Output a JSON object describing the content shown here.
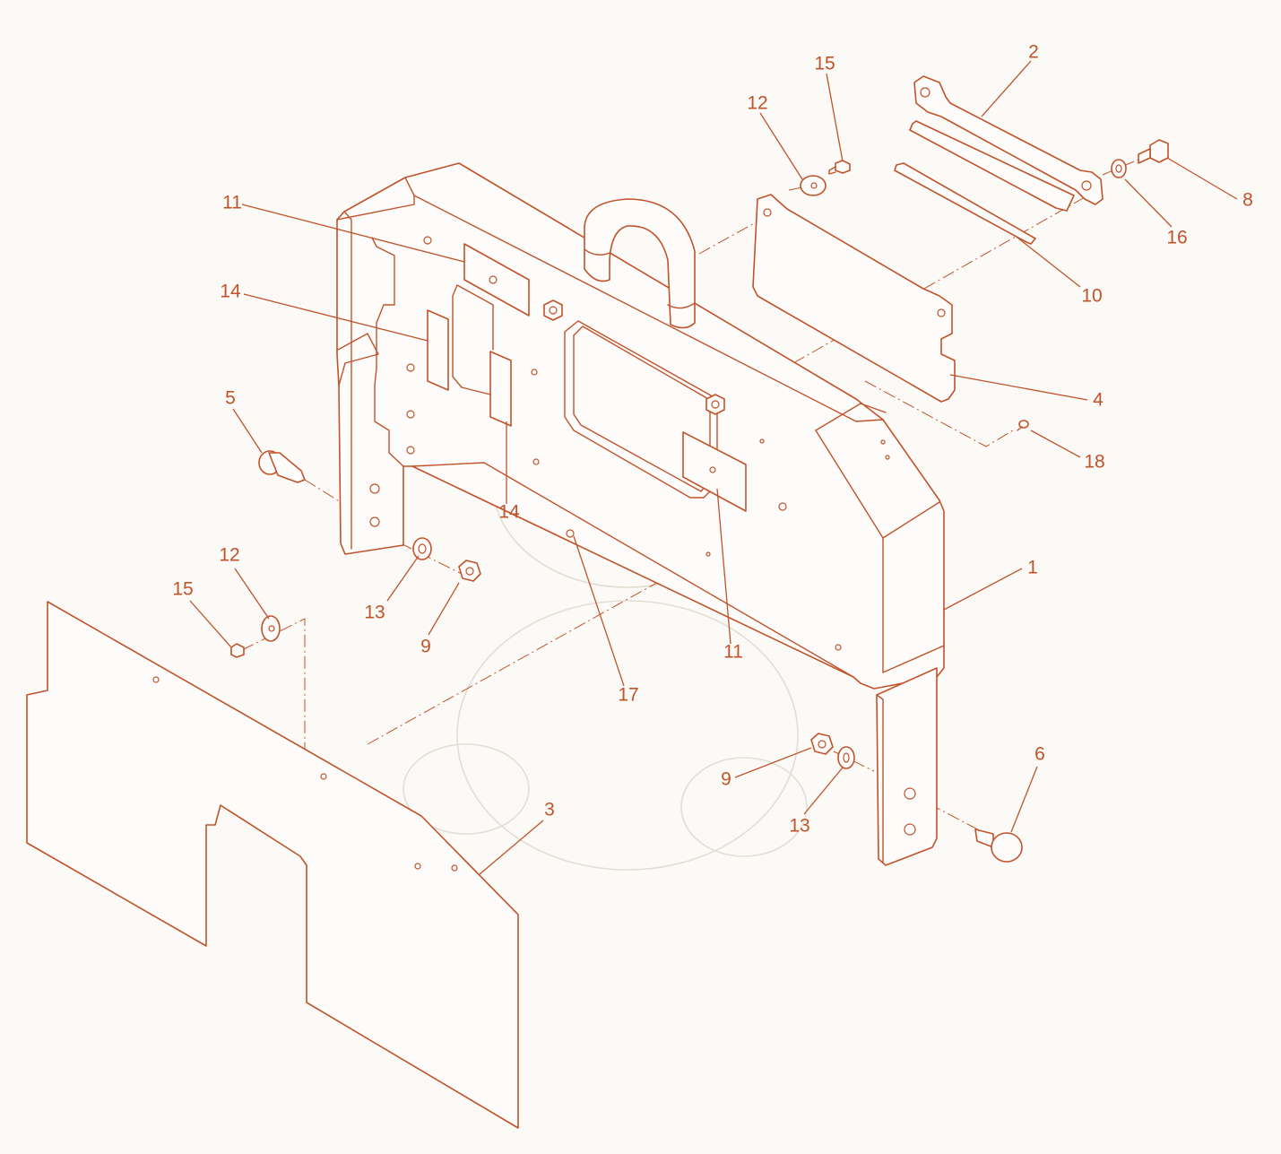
{
  "diagram": {
    "colors": {
      "line": "#c0532a",
      "background": "#fbfaf7",
      "watermark": "#e3ddd4"
    },
    "callouts": [
      {
        "id": "c2",
        "text": "2"
      },
      {
        "id": "c15a",
        "text": "15"
      },
      {
        "id": "c12a",
        "text": "12"
      },
      {
        "id": "c8",
        "text": "8"
      },
      {
        "id": "c16",
        "text": "16"
      },
      {
        "id": "c11a",
        "text": "11"
      },
      {
        "id": "c10",
        "text": "10"
      },
      {
        "id": "c14a",
        "text": "14"
      },
      {
        "id": "c4",
        "text": "4"
      },
      {
        "id": "c5",
        "text": "5"
      },
      {
        "id": "c18",
        "text": "18"
      },
      {
        "id": "c14b",
        "text": "14"
      },
      {
        "id": "c1",
        "text": "1"
      },
      {
        "id": "c12b",
        "text": "12"
      },
      {
        "id": "c15b",
        "text": "15"
      },
      {
        "id": "c13a",
        "text": "13"
      },
      {
        "id": "c9a",
        "text": "9"
      },
      {
        "id": "c11b",
        "text": "11"
      },
      {
        "id": "c17",
        "text": "17"
      },
      {
        "id": "c6",
        "text": "6"
      },
      {
        "id": "c9b",
        "text": "9"
      },
      {
        "id": "c13b",
        "text": "13"
      },
      {
        "id": "c3",
        "text": "3"
      }
    ]
  }
}
